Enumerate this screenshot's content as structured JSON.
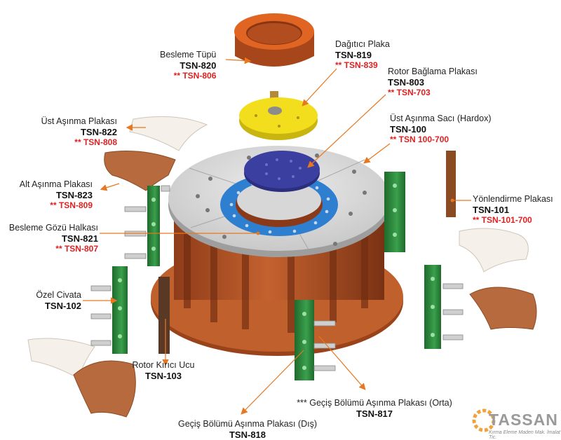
{
  "labels": [
    {
      "id": "besleme-tupu",
      "name": "Besleme Tüpü",
      "code": "TSN-820",
      "alt": "** TSN-806"
    },
    {
      "id": "dagitici-plaka",
      "name": "Dağıtıcı Plaka",
      "code": "TSN-819",
      "alt": "** TSN-839"
    },
    {
      "id": "rotor-baglama",
      "name": "Rotor Bağlama Plakası",
      "code": "TSN-803",
      "alt": "** TSN-703"
    },
    {
      "id": "ust-asinma-saci",
      "name": "Üst Aşınma Sacı (Hardox)",
      "code": "TSN-100",
      "alt": "** TSN 100-700"
    },
    {
      "id": "ust-asinma-plakasi",
      "name": "Üst Aşınma Plakası",
      "code": "TSN-822",
      "alt": "** TSN-808"
    },
    {
      "id": "alt-asinma-plakasi",
      "name": "Alt Aşınma Plakası",
      "code": "TSN-823",
      "alt": "** TSN-809"
    },
    {
      "id": "besleme-gozu",
      "name": "Besleme Gözü Halkası",
      "code": "TSN-821",
      "alt": "** TSN-807"
    },
    {
      "id": "yonlendirme",
      "name": "Yönlendirme Plakası",
      "code": "TSN-101",
      "alt": "** TSN-101-700"
    },
    {
      "id": "ozel-civata",
      "name": "Özel Civata",
      "code": "TSN-102",
      "alt": ""
    },
    {
      "id": "rotor-kirici",
      "name": "Rotor Kırıcı Ucu",
      "code": "TSN-103",
      "alt": ""
    },
    {
      "id": "gecis-orta",
      "name": "*** Geçiş Bölümü Aşınma Plakası (Orta)",
      "code": "TSN-817",
      "alt": ""
    },
    {
      "id": "gecis-dis",
      "name": "Geçiş Bölümü Aşınma Plakası (Dış)",
      "code": "TSN-818",
      "alt": ""
    }
  ],
  "logo": {
    "word": "TASSAN",
    "tagline": "Kırma Eleme Maden Mak. İmalat Tic."
  },
  "colors": {
    "arrow": "#e8771f",
    "rotor": "#b5562a",
    "plate": "#d8d8d8",
    "ring": "#2f7fd1",
    "disc": "#3b3fa0",
    "yellow": "#f2de1c",
    "green": "#2f8a3f",
    "code_alt": "#e02020"
  }
}
